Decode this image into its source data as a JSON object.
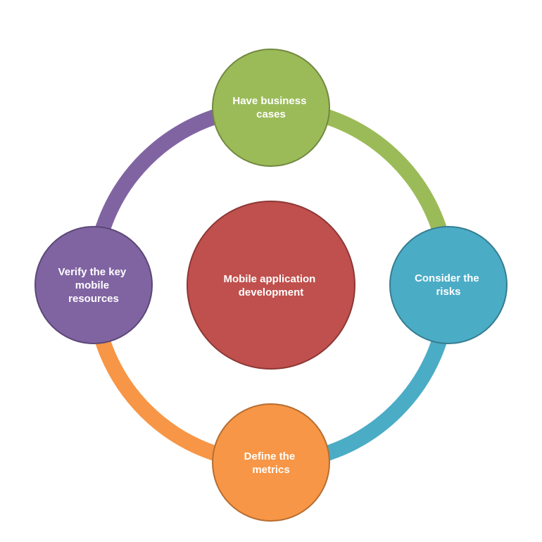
{
  "center": {
    "label_lines": [
      "Mobile application",
      "development"
    ],
    "fill": "#C0504D",
    "stroke": "#8C3836"
  },
  "nodes": [
    {
      "id": "top",
      "label_lines": [
        "Have business",
        "cases"
      ],
      "fill": "#9BBB59",
      "stroke": "#71893F",
      "arc_color": "#9BBB59"
    },
    {
      "id": "right",
      "label_lines": [
        "Consider the",
        "risks"
      ],
      "fill": "#4BACC6",
      "stroke": "#357D91",
      "arc_color": "#4BACC6"
    },
    {
      "id": "bottom",
      "label_lines": [
        "Define the",
        "metrics"
      ],
      "fill": "#F79646",
      "stroke": "#B66D31",
      "arc_color": "#F79646"
    },
    {
      "id": "left",
      "label_lines": [
        "Verify the key",
        "mobile",
        "resources"
      ],
      "fill": "#8064A2",
      "stroke": "#5C4776",
      "arc_color": "#8064A2"
    }
  ]
}
